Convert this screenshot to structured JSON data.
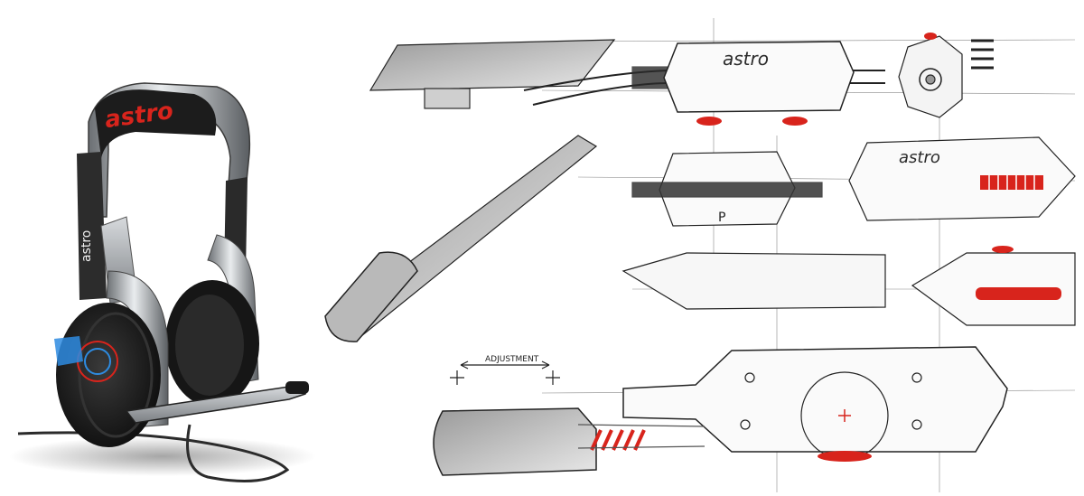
{
  "sketch": {
    "brand_text": "astro",
    "adjustment_label": "ADJUSTMENT",
    "accent_color": "#d8241c",
    "ink_color": "#2a2a2a"
  },
  "render": {
    "headband_text": "astro",
    "cup_color": "#1a1a1a",
    "accent_color": "#d8241c",
    "highlight_color": "#2e8be0"
  }
}
